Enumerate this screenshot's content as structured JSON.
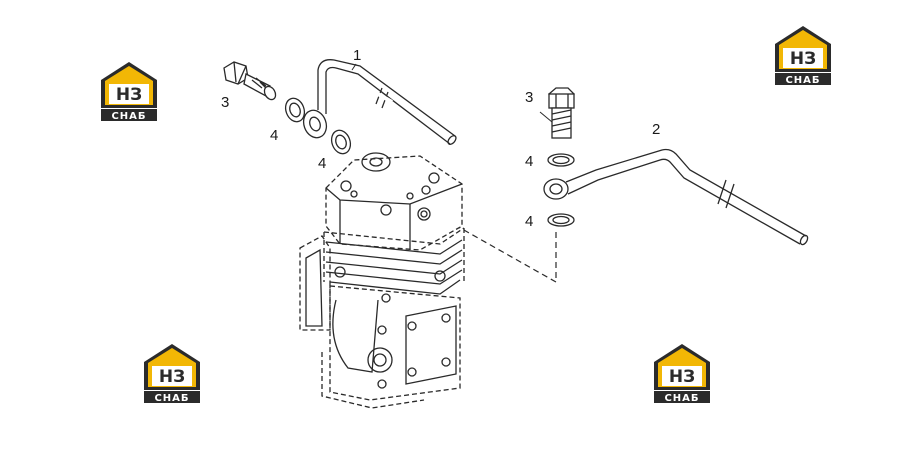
{
  "diagram": {
    "callouts": [
      {
        "id": "c1",
        "label": "1"
      },
      {
        "id": "c2",
        "label": "2"
      },
      {
        "id": "c3a",
        "label": "3"
      },
      {
        "id": "c3b",
        "label": "3"
      },
      {
        "id": "c4a",
        "label": "4"
      },
      {
        "id": "c4b",
        "label": "4"
      },
      {
        "id": "c4c",
        "label": "4"
      },
      {
        "id": "c4d",
        "label": "4"
      }
    ]
  },
  "watermark": {
    "brand_letters": "НЗ",
    "brand_word": "СНАБ",
    "colors": {
      "accent": "#f2b705",
      "dark": "#2b2b2b",
      "light": "#ffffff"
    }
  },
  "colors": {
    "line": "#2a2a2a"
  }
}
